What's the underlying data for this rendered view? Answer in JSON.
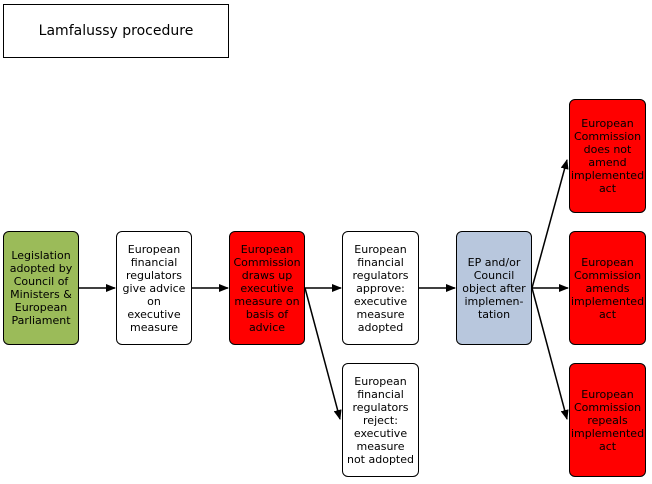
{
  "title": "Lamfalussy procedure",
  "nodes": {
    "legislation": "Legislation adopted by Council of Ministers & European Parliament",
    "advice": "European financial regulators give advice on executive measure",
    "draws_up": "European Commission draws up executive measure on basis of advice",
    "approve": "European financial regulators approve: executive measure adopted",
    "reject": "European financial regulators reject: executive measure not adopted",
    "object": "EP and/or Council object after implemen-tation",
    "not_amend": "European Commission does not amend implemented act",
    "amends": "European Commission amends implemented act",
    "repeals": "European Commission repeals implemented act"
  },
  "colors": {
    "green": "#9bbb59",
    "red": "#ff0000",
    "blue": "#b8c7dd",
    "white": "#ffffff"
  }
}
